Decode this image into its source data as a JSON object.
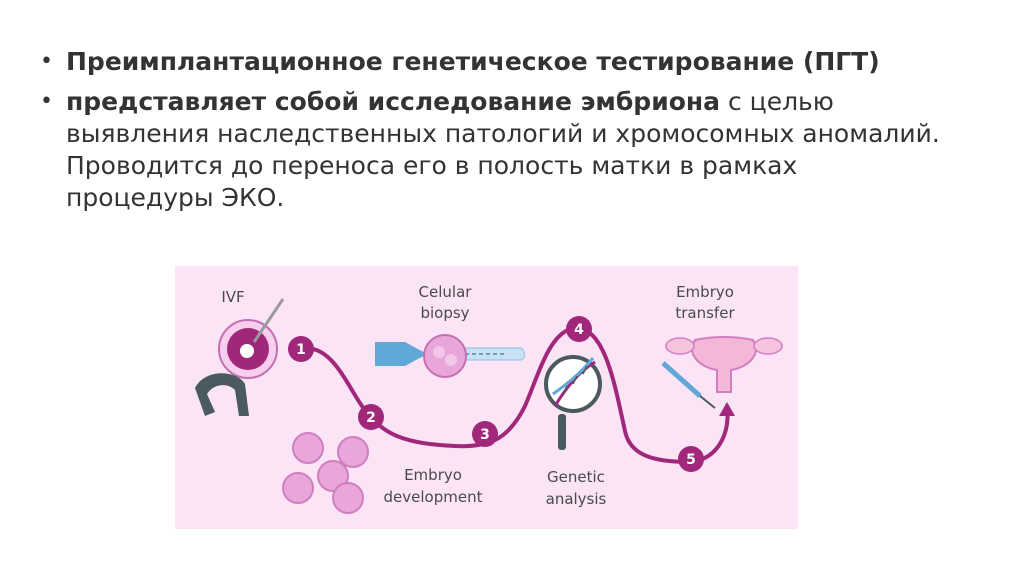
{
  "slide": {
    "bullet1": {
      "bold": "Преимплантационное генетическое тестирование (ПГТ)"
    },
    "bullet2": {
      "lead_space": " ",
      "bold": "представляет собой исследование эмбриона",
      "rest": " с целью выявления наследственных патологий и хромосомных аномалий. Проводится до переноса его в полость матки в рамках процедуры ЭКО."
    }
  },
  "figure": {
    "colors": {
      "background": "#fbe4f6",
      "accent": "#a1277a",
      "cell": "#e9a6d9",
      "blue": "#5fa8d8"
    },
    "steps": [
      {
        "number": "1",
        "label_lines": [
          "IVF"
        ]
      },
      {
        "number": "2",
        "label_lines": [
          "Embryo",
          "development"
        ]
      },
      {
        "number": "3",
        "label_lines": []
      },
      {
        "number": "4",
        "label_lines": [
          "Celular",
          "biopsy"
        ]
      },
      {
        "number": "5",
        "label_lines": [
          "Embryo",
          "transfer"
        ]
      }
    ],
    "extra_label_lines": [
      "Genetic",
      "analysis"
    ],
    "icons": [
      "ivf-egg-icon",
      "pipette-holder-icon",
      "embryo-cells-icon",
      "biopsy-pipette-icon",
      "dna-magnifier-icon",
      "uterus-icon",
      "syringe-icon"
    ]
  }
}
